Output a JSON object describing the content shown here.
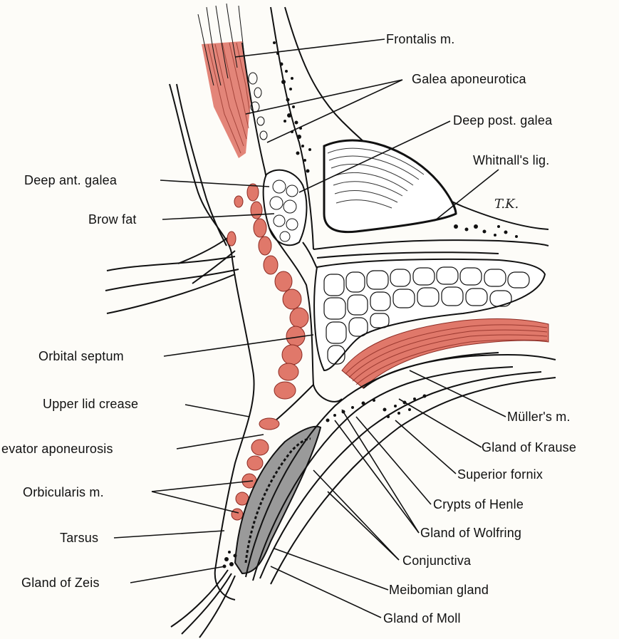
{
  "diagram": {
    "artist_initials": "T.K.",
    "colors": {
      "muscle": "#e0786a",
      "muscle_dark": "#c85a50",
      "line": "#111111",
      "gland_gray": "#8a8a8a",
      "paper": "#fdfcf8"
    },
    "labels": {
      "frontalis": "Frontalis m.",
      "galea_aponeurotica": "Galea aponeurotica",
      "deep_post_galea": "Deep post. galea",
      "whitnalls_lig": "Whitnall's lig.",
      "deep_ant_galea": "Deep ant. galea",
      "brow_fat": "Brow fat",
      "orbital_septum": "Orbital septum",
      "upper_lid_crease": "Upper lid crease",
      "levator_aponeurosis": "evator aponeurosis",
      "orbicularis": "Orbicularis m.",
      "tarsus": "Tarsus",
      "gland_of_zeis": "Gland of Zeis",
      "mullers": "Müller's m.",
      "gland_of_krause": "Gland of Krause",
      "superior_fornix": "Superior fornix",
      "crypts_of_henle": "Crypts of Henle",
      "gland_of_wolfring": "Gland of Wolfring",
      "conjunctiva": "Conjunctiva",
      "meibomian_gland": "Meibomian gland",
      "gland_of_moll": "Gland of Moll"
    }
  }
}
